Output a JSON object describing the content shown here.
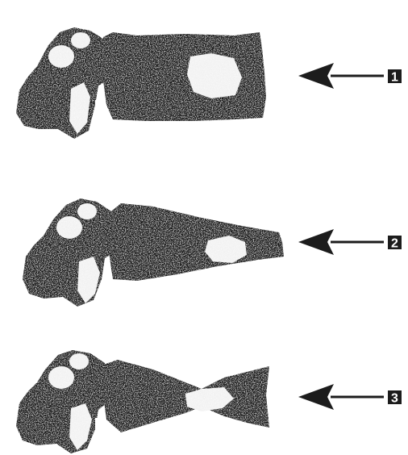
{
  "figure": {
    "panels": [
      {
        "label": "1"
      },
      {
        "label": "2"
      },
      {
        "label": "3"
      }
    ]
  },
  "colors": {
    "ink": "#1c1c1c",
    "highlight": "#f2f2f2",
    "background": "#ffffff"
  }
}
